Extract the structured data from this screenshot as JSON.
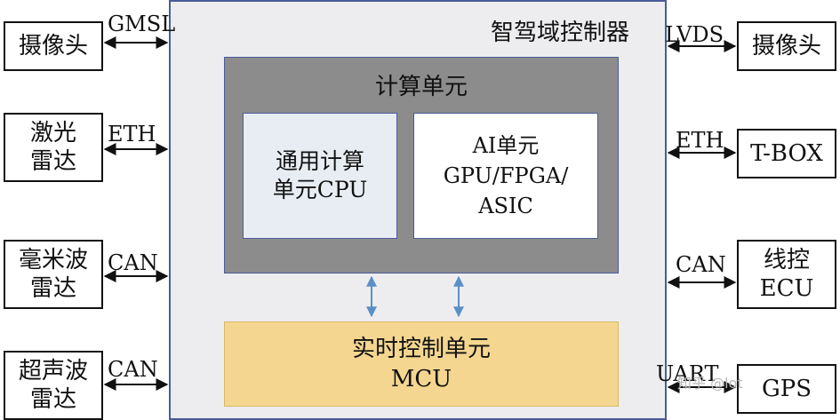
{
  "domain_controller": {
    "title": "智驾域控制器",
    "compute_unit": {
      "title": "计算单元",
      "cpu_line1": "通用计算",
      "cpu_line2": "单元CPU",
      "ai_line1": "AI单元",
      "ai_line2": "GPU/FPGA/",
      "ai_line3": "ASIC"
    },
    "mcu": {
      "line1": "实时控制单元",
      "line2": "MCU"
    }
  },
  "left_devices": [
    {
      "line1": "摄像头",
      "line2": "",
      "interface": "GMSL"
    },
    {
      "line1": "激光",
      "line2": "雷达",
      "interface": "ETH"
    },
    {
      "line1": "毫米波",
      "line2": "雷达",
      "interface": "CAN"
    },
    {
      "line1": "超声波",
      "line2": "雷达",
      "interface": "CAN"
    }
  ],
  "right_devices": [
    {
      "line1": "摄像头",
      "line2": "",
      "interface": "LVDS"
    },
    {
      "line1": "T-BOX",
      "line2": "",
      "interface": "ETH"
    },
    {
      "line1": "线控",
      "line2": "ECU",
      "interface": "CAN"
    },
    {
      "line1": "GPS",
      "line2": "",
      "interface": "UART"
    }
  ],
  "watermark": "知乎 @lot",
  "colors": {
    "domain_bg": "#ededf0",
    "domain_border": "#4a5c98",
    "compute_bg": "#8c8c8c",
    "cpu_bg": "#e8edf3",
    "mcu_bg": "#f4d690",
    "arrow_blue": "#5b8fc7"
  }
}
